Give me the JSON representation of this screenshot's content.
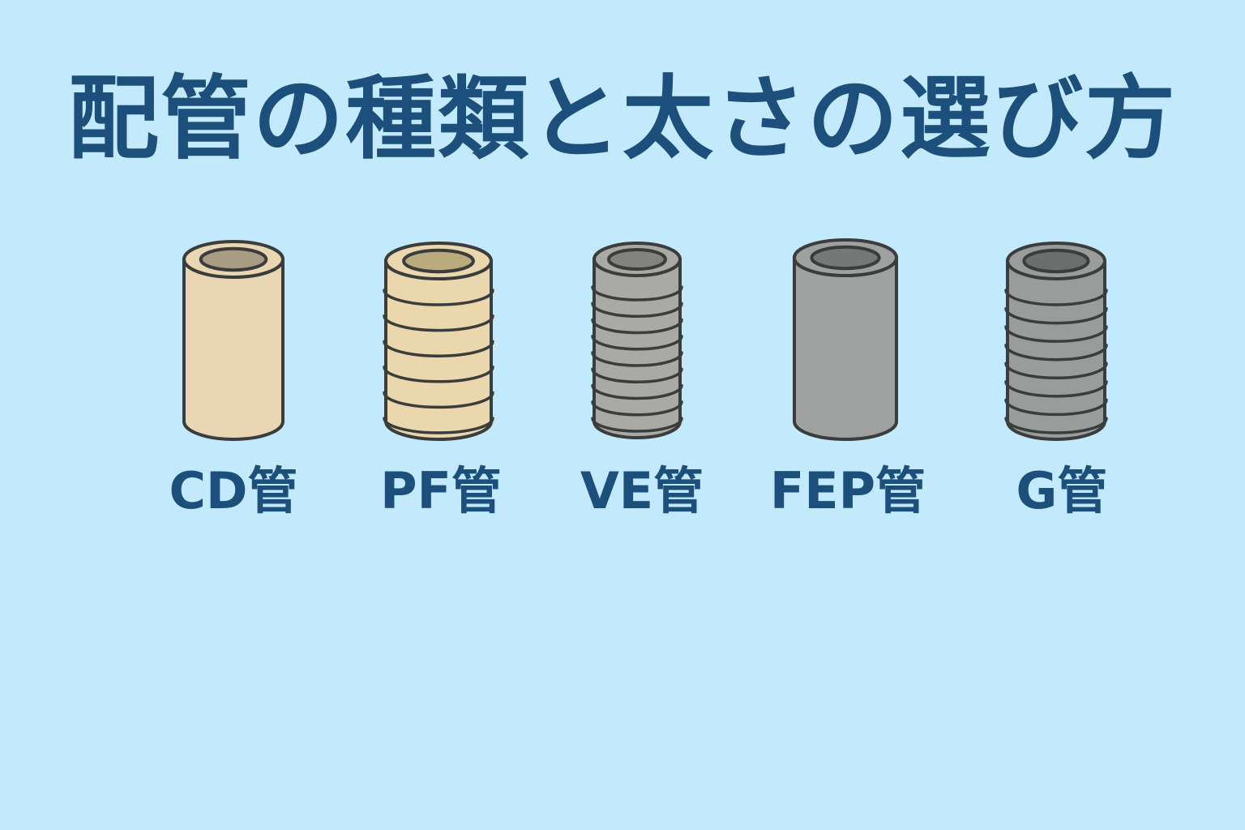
{
  "title": "配管の種類と太さの選び方",
  "pipes": [
    {
      "label": "CD管",
      "style": "smooth",
      "body_color": "#e8d7b2",
      "inner_color": "#a89c82",
      "icon": "smooth-pipe-icon"
    },
    {
      "label": "PF管",
      "style": "ribbed",
      "body_color": "#ead7ad",
      "inner_color": "#b9ab7d",
      "icon": "corrugated-pipe-icon"
    },
    {
      "label": "VE管",
      "style": "ribbed-fine",
      "body_color": "#a9aaa6",
      "inner_color": "#828380",
      "icon": "corrugated-pipe-icon"
    },
    {
      "label": "FEP管",
      "style": "smooth",
      "body_color": "#9fa1a0",
      "inner_color": "#767877",
      "icon": "smooth-pipe-icon"
    },
    {
      "label": "G管",
      "style": "ribbed-deep",
      "body_color": "#9a9c9b",
      "inner_color": "#6c6e6d",
      "icon": "corrugated-pipe-icon"
    }
  ],
  "colors": {
    "background": "#c3e9fc",
    "text": "#1d4f7c",
    "outline": "#3b3d3c"
  }
}
